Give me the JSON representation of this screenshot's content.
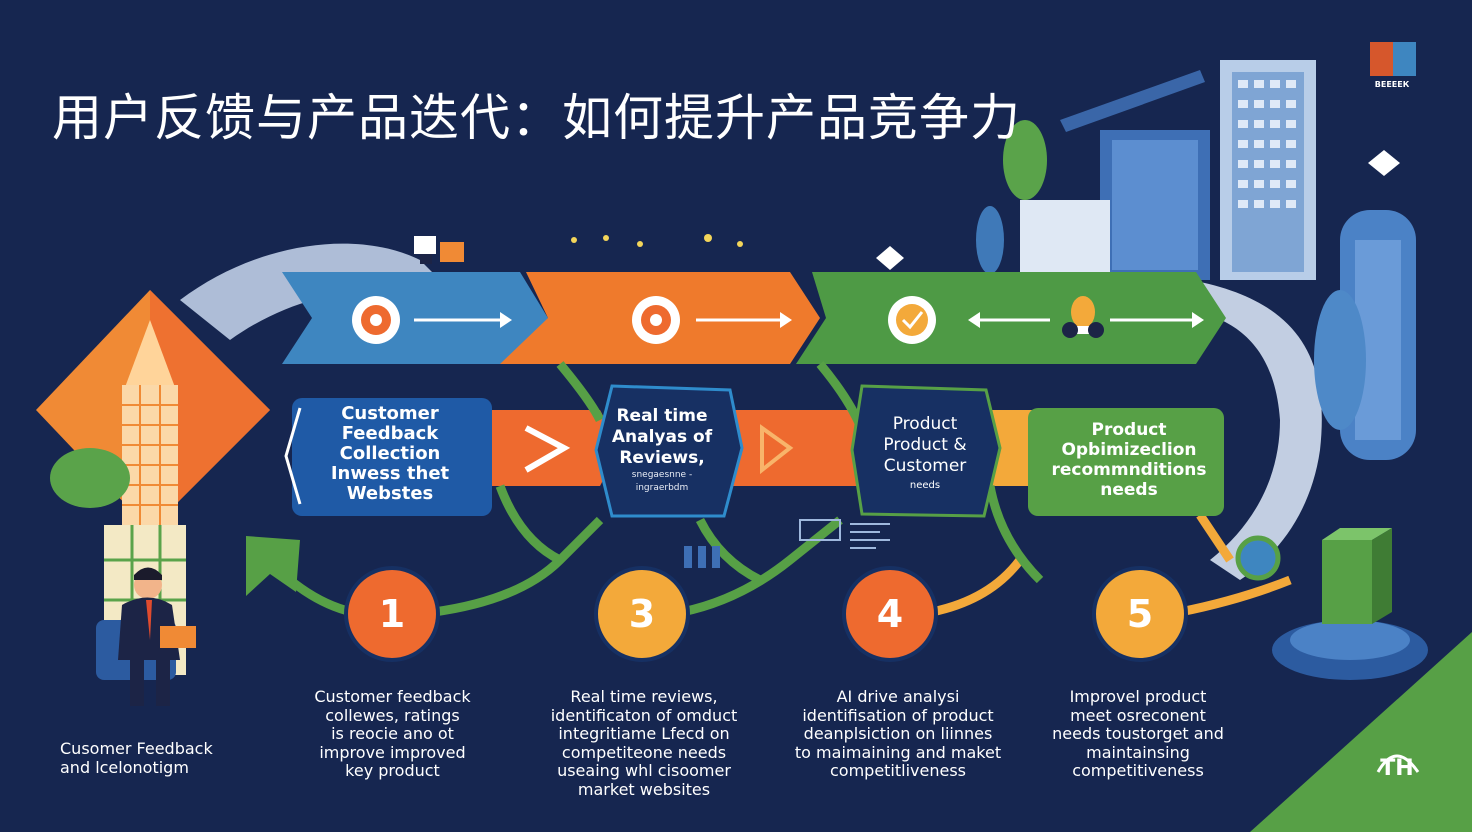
{
  "title": "用户反馈与产品迭代：如何提升产品竞争力",
  "brand": {
    "top_text": "ВЕЕЕЕК",
    "bottom_text": "ТН"
  },
  "colors": {
    "background": "#162650",
    "blue": "#2a6fb0",
    "orange": "#ee6a2f",
    "amber": "#f3a93a",
    "green": "#57a046"
  },
  "process_boxes": [
    {
      "lines": [
        "Customer",
        "Feedback",
        "Collection",
        "Inwess thet",
        "Webstes"
      ]
    },
    {
      "lines": [
        "Real time",
        "Analyas of",
        "Reviews,"
      ],
      "small_lines": [
        "snegaesnne -",
        "ingraerbdm"
      ]
    },
    {
      "lines": [
        "Product",
        "Product &",
        "Customer"
      ],
      "small_lines": [
        "needs"
      ]
    },
    {
      "lines": [
        "Product",
        "Opbimizeclion",
        "recommnditions",
        "needs"
      ]
    }
  ],
  "steps": [
    {
      "number": "1",
      "color": "#ee6a2f"
    },
    {
      "number": "3",
      "color": "#f3a93a"
    },
    {
      "number": "4",
      "color": "#ee6a2f"
    },
    {
      "number": "5",
      "color": "#f3a93a"
    }
  ],
  "descriptions": [
    {
      "lines": [
        "Cusomer Feedback",
        "and lcelonotigm"
      ]
    },
    {
      "lines": [
        "Customer feedback",
        "collewes, ratings",
        "is reocie ano ot",
        "improve improved",
        "key product"
      ]
    },
    {
      "lines": [
        "Real time reviews,",
        "identificaton of omduct",
        "integritiame Lfecd on",
        "competiteone needs",
        "useaing whl cisoomer",
        "market websites"
      ]
    },
    {
      "lines": [
        "AI drive analysi",
        "identifisation of product",
        "deanplsiction on liinnes",
        "to maimaining and maket",
        "competitliveness"
      ]
    },
    {
      "lines": [
        "Improvel product",
        "meet osreconent",
        "needs toustorget and",
        "maintainsing",
        "competitiveness"
      ]
    }
  ],
  "icons": [
    "target-icon",
    "target-icon",
    "check-icon",
    "lightbulb-icon"
  ]
}
